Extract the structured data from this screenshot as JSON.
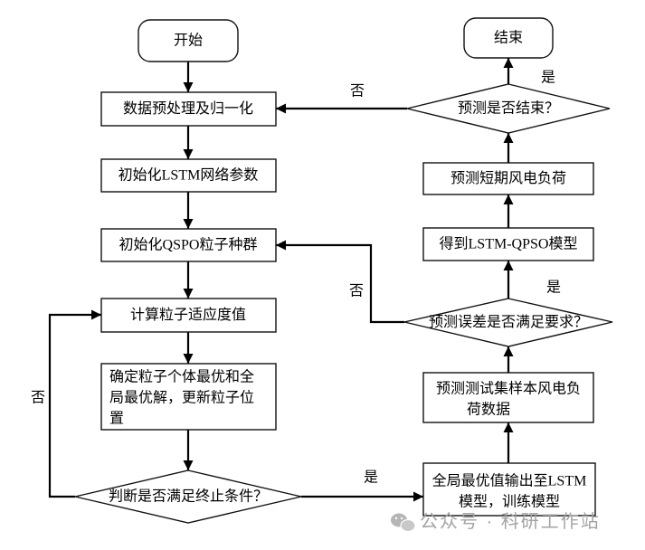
{
  "nodes": {
    "start": {
      "label": "开始"
    },
    "preprocess": {
      "label": "数据预处理及归一化"
    },
    "init_lstm": {
      "label": "初始化LSTM网络参数"
    },
    "init_qspo": {
      "label": "初始化QSPO粒子种群"
    },
    "compute_fitness": {
      "label": "计算粒子适应度值"
    },
    "update_best": {
      "lines": [
        "确定粒子个体最优和全",
        "局最优解，更新粒子位",
        "置"
      ]
    },
    "check_termination": {
      "label": "判断是否满足终止条件？"
    },
    "output_to_lstm": {
      "lines": [
        "全局最优值输出至LSTM",
        "模型，训练模型"
      ]
    },
    "predict_test": {
      "lines": [
        "预测测试集样本风电负",
        "荷数据"
      ]
    },
    "check_error": {
      "label": "预测误差是否满足要求？"
    },
    "get_model": {
      "label": "得到LSTM-QPSO模型"
    },
    "predict_short_term": {
      "label": "预测短期风电负荷"
    },
    "check_end": {
      "label": "预测是否结束？"
    },
    "end": {
      "label": "结束"
    }
  },
  "edge_labels": {
    "check_end_no": "否",
    "check_end_yes": "是",
    "check_error_no": "否",
    "check_error_yes": "是",
    "check_termination_no": "否",
    "check_termination_yes": "是"
  },
  "watermark": {
    "text": "公众号 · 科研工作站",
    "icon": "wechat-icon",
    "color": "#a3a3a3"
  }
}
